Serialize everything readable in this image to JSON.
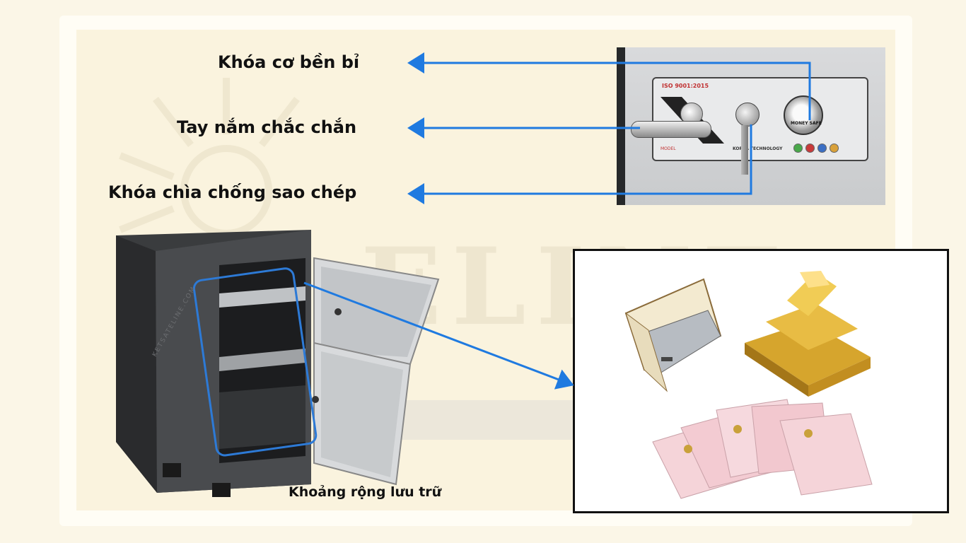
{
  "labels": {
    "lock": "Khóa cơ bền bỉ",
    "handle": "Tay nắm chắc chắn",
    "key_lock": "Khóa chìa chống sao chép"
  },
  "caption": "Khoảng rộng lưu trữ",
  "panel": {
    "iso": "ISO 9001:2015",
    "brand": "KOREA TECHNOLOGY",
    "dial": "MONEY SAFE",
    "model": "MODEL"
  },
  "watermark": "ELINE",
  "safe_watermark": "KETSATELINE.COM",
  "colors": {
    "arrow": "#1f7ae0",
    "highlight": "#2d7ad6",
    "background": "#faf3de"
  }
}
